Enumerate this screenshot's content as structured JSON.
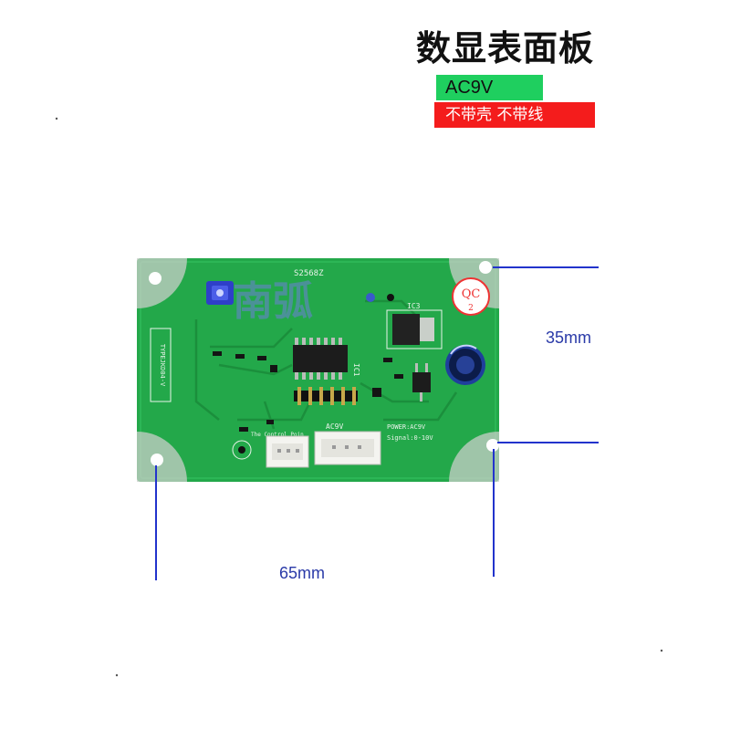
{
  "title": "数显表面板",
  "voltage_badge": "AC9V",
  "note_badge": "不带壳 不带线",
  "dimensions": {
    "height": "35mm",
    "width": "65mm"
  },
  "board": {
    "watermark": "南弧",
    "qc_stamp": {
      "line1": "QC",
      "line2": "2"
    },
    "silkscreen": {
      "type_label": "TYPEJKD04-V",
      "code_top": "S2568Z",
      "ic_label": "IC1",
      "ic3_label": "IC3",
      "connector_left": "The Control Poin",
      "connector_right": "AC9V",
      "power_label": "POWER:AC9V",
      "signal_label": "Signal:0-10V"
    }
  },
  "colors": {
    "pcb_green": "#23a84a",
    "pcb_dark": "#1b8f3c",
    "pad_silver": "#c9cfc9",
    "arrow_blue": "#2233cc",
    "badge_green": "#1fcf5f",
    "badge_red": "#f41c1c"
  }
}
